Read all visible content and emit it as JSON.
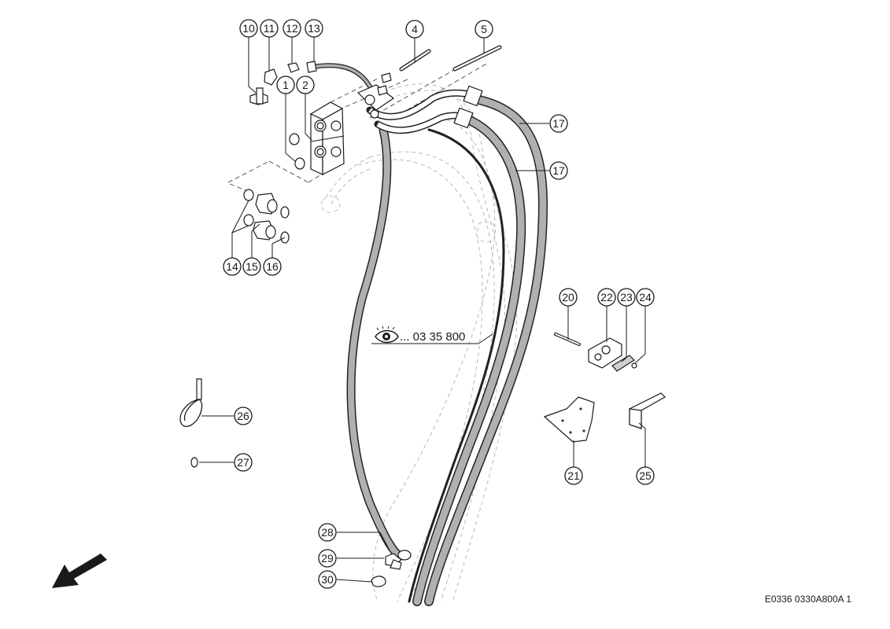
{
  "callouts": {
    "c10": "10",
    "c11": "11",
    "c12": "12",
    "c13": "13",
    "c4": "4",
    "c5": "5",
    "c1": "1",
    "c2": "2",
    "c17a": "17",
    "c17b": "17",
    "c14": "14",
    "c15": "15",
    "c16": "16",
    "c20": "20",
    "c22": "22",
    "c23": "23",
    "c24": "24",
    "c26": "26",
    "c27": "27",
    "c21": "21",
    "c25": "25",
    "c28": "28",
    "c29": "29",
    "c30": "30"
  },
  "reference": {
    "text": "... 03 35 800",
    "icon": "eye-icon"
  },
  "drawing_code": "E0336 0330A800A 1",
  "direction_arrow": "arrow-down-left-icon",
  "colors": {
    "line": "#1a1a1a",
    "hose": "#b0b0b0",
    "ghost": "#b8b8b8"
  }
}
